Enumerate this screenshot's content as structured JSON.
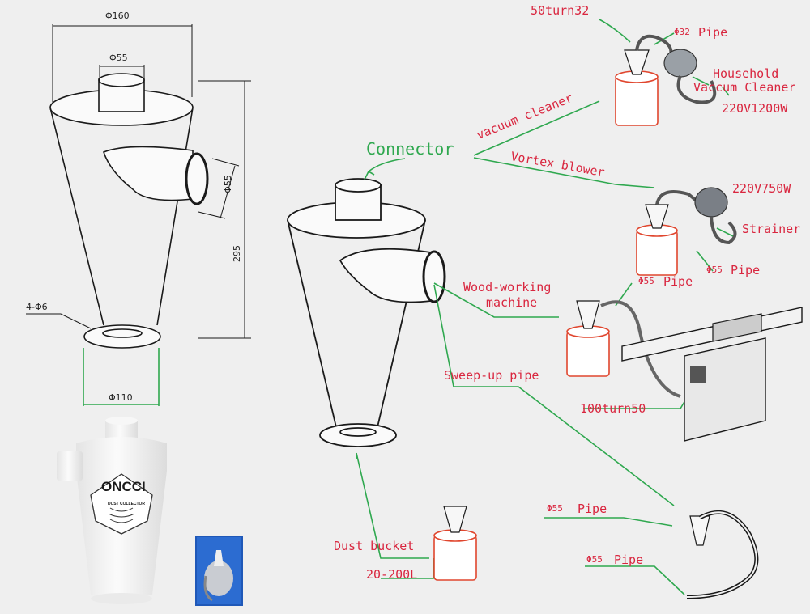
{
  "dimensions": {
    "top_diameter": "Φ160",
    "inlet_top": "Φ55",
    "side_inlet": "Φ55",
    "height": "295",
    "holes": "4-Φ6",
    "base_diameter": "Φ110"
  },
  "labels": {
    "connector": "Connector",
    "vacuum_cleaner": "vacuum cleaner",
    "vortex_blower": "Vortex blower",
    "turn_50_32": "50turn32",
    "pipe_32": "Φ32",
    "pipe_32_word": "Pipe",
    "household_line1": "Household",
    "household_line2": "Vaccum Cleaner",
    "household_power": "220V1200W",
    "blower_power": "220V750W",
    "strainer": "Strainer",
    "pipe_55_blower": "Φ55",
    "pipe_55_blower_word": "Pipe",
    "pipe_55_wood": "Φ55",
    "pipe_55_wood_word": "Pipe",
    "wood_line1": "Wood-working",
    "wood_line2": "machine",
    "sweep_up": "Sweep-up pipe",
    "turn_100_50": "100turn50",
    "pipe_55_sweep_a": "Φ55",
    "pipe_55_sweep_a_word": "Pipe",
    "pipe_55_sweep_b": "Φ55",
    "pipe_55_sweep_b_word": "Pipe",
    "dust_bucket": "Dust bucket",
    "bucket_volume": "20-200L"
  },
  "product": {
    "brand": "ONCCI",
    "subtitle": "DUST COLLECTOR"
  },
  "colors": {
    "label_red": "#d9263f",
    "leader_green": "#2fa84f",
    "outline": "#1a1a1a",
    "bucket_red": "#e0462e"
  }
}
